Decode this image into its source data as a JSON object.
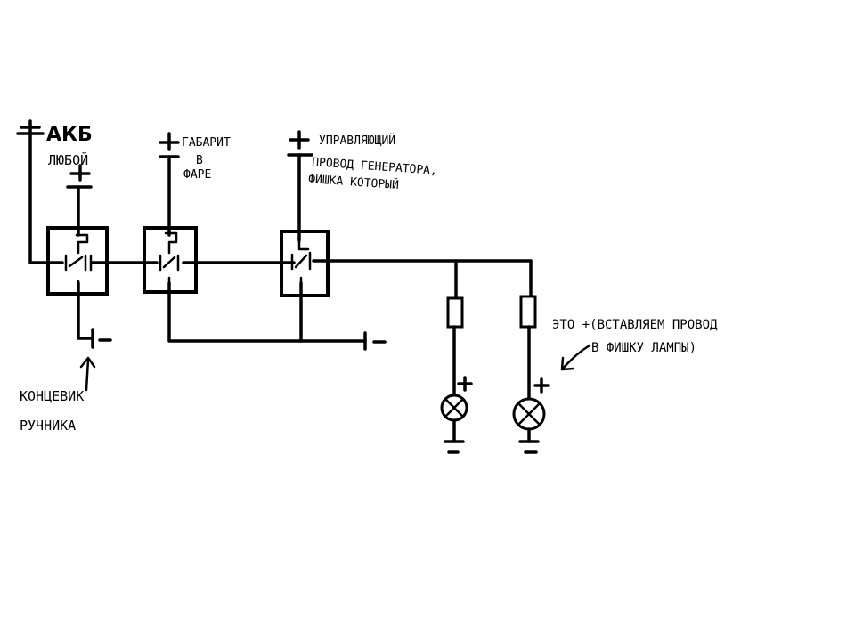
{
  "labels": {
    "akb_plus": "+",
    "akb": "АКБ",
    "any": "ЛЮБОЙ",
    "relay1_plus": "+",
    "gabarit_plus": "+",
    "gabarit_line1": "ГАБАРИТ",
    "gabarit_line2": "В",
    "gabarit_line3": "ФАРЕ",
    "control_plus": "+",
    "control_line1": "УПРАВЛЯЮЩИЙ",
    "control_line2": "ПРОВОД ГЕНЕРАТОРА,",
    "control_line3": "ФИШКА КОТОРЫЙ",
    "ground_minus": "-",
    "switch_minus": "-",
    "switch_line1": "КОНЦЕВИК",
    "switch_line2": "РУЧНИКА",
    "lamp1_plus": "+",
    "lamp2_plus": "+",
    "lamp1_minus": "-",
    "lamp2_minus": "-",
    "note_line1": "ЭТО +(ВСТАВЛЯЕМ ПРОВОД",
    "note_line2": "В ФИШКУ ЛАМПЫ)"
  }
}
